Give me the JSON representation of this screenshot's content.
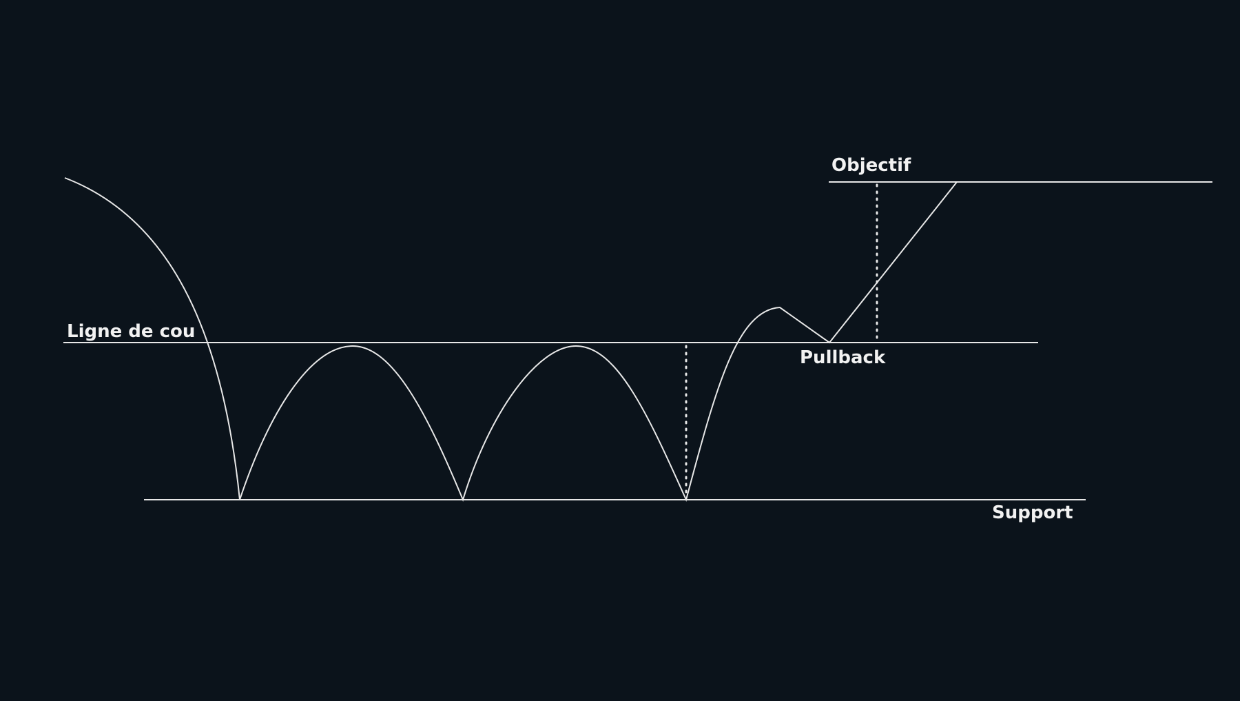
{
  "diagram": {
    "background_color": "#0b131b",
    "line_color": "#e8e8e8",
    "text_color": "#f2f2f2",
    "labels": {
      "neckline": "Ligne de cou",
      "target": "Objectif",
      "pullback": "Pullback",
      "support": "Support"
    }
  }
}
